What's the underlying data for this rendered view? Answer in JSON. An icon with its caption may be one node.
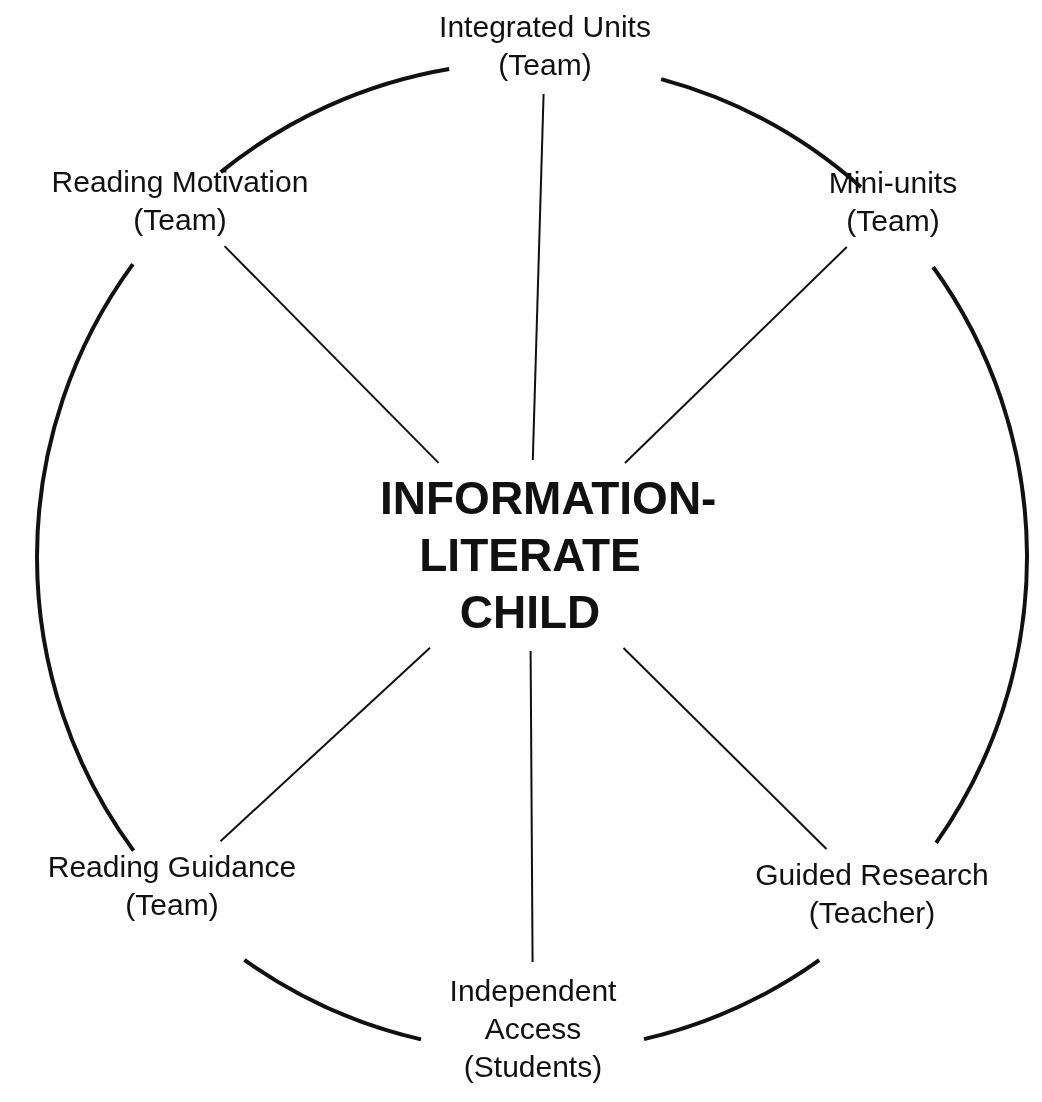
{
  "diagram": {
    "nodes": [
      {
        "text": [
          "Integrated Units",
          "(Team)"
        ]
      },
      {
        "text": [
          "Reading Motivation",
          "(Team)"
        ]
      },
      {
        "text": [
          "Mini-units",
          "(Team)"
        ]
      },
      {
        "text": [
          "INFORMATION-LITERATE CHILD"
        ]
      },
      {
        "text": [
          "Reading Guidance",
          "(Team)"
        ]
      },
      {
        "text": [
          "Guided Research",
          "(Teacher)"
        ]
      },
      {
        "text": [
          "Independent Access",
          "(Students)"
        ]
      }
    ],
    "edges": [
      {
        "from": 3,
        "to": 0,
        "arrow": "none"
      },
      {
        "from": 3,
        "to": 1,
        "arrow": "none"
      },
      {
        "from": 3,
        "to": 2,
        "arrow": "none"
      },
      {
        "from": 3,
        "to": 4,
        "arrow": "none"
      },
      {
        "from": 3,
        "to": 5,
        "arrow": "none"
      },
      {
        "from": 3,
        "to": 6,
        "arrow": "none"
      },
      {
        "from": 0,
        "to": 2,
        "arrow": "none",
        "style": "thick"
      },
      {
        "from": 2,
        "to": 5,
        "arrow": "none",
        "style": "thick"
      },
      {
        "from": 5,
        "to": 6,
        "arrow": "none",
        "style": "thick"
      },
      {
        "from": 6,
        "to": 4,
        "arrow": "none",
        "style": "thick"
      },
      {
        "from": 4,
        "to": 1,
        "arrow": "none",
        "style": "thick"
      },
      {
        "from": 1,
        "to": 0,
        "arrow": "none",
        "style": "thick"
      }
    ]
  }
}
